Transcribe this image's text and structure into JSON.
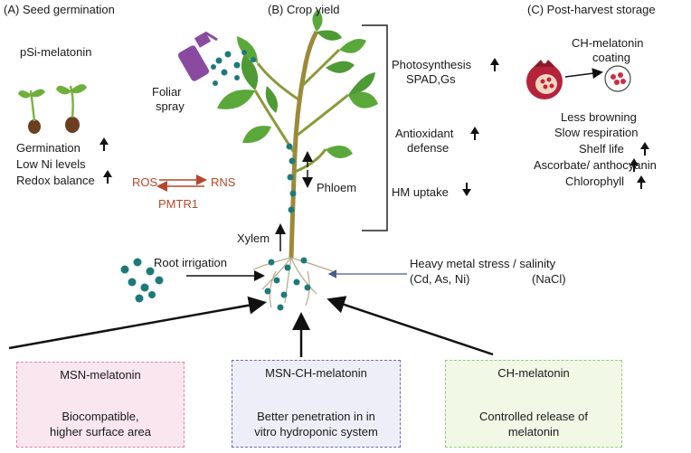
{
  "panels": {
    "a": {
      "heading": "(A)  Seed germination",
      "agent": "pSi-melatonin",
      "effects": [
        "Germination",
        "Low Ni levels",
        "Redox balance"
      ],
      "ros": "ROS",
      "rns": "RNS",
      "gene": "PMTR1"
    },
    "b": {
      "heading": "(B)  Crop yield",
      "foliar": [
        "Foliar",
        "spray"
      ],
      "phloem": "Phloem",
      "xylem": "Xylem",
      "root": "Root irrigation",
      "stress_line1": "Heavy metal stress / salinity",
      "stress_metals": "(Cd, As, Ni)",
      "stress_salt": "(NaCl)",
      "outcomes": {
        "photo1": "Photosynthesis",
        "photo2": "SPAD,Gs",
        "anti1": "Antioxidant",
        "anti2": "defense",
        "hm": "HM uptake"
      }
    },
    "c": {
      "heading": "(C)  Post-harvest storage",
      "coating1": "CH-melatonin",
      "coating2": "coating",
      "effects": [
        "Less browning",
        "Slow  respiration",
        "Shelf life",
        "Ascorbate/ anthocyanin",
        "Chlorophyll"
      ]
    }
  },
  "carriers": [
    {
      "name": "MSN-melatonin",
      "desc1": "Biocompatible,",
      "desc2": "higher surface area",
      "color": "#f9e6ee",
      "border": "#d88aa8"
    },
    {
      "name": "MSN-CH-melatonin",
      "desc1": "Better penetration in  in",
      "desc2": "vitro hydroponic system",
      "color": "#eeeef8",
      "border": "#6a6fa8"
    },
    {
      "name": "CH-melatonin",
      "desc1": "Controlled release of",
      "desc2": "melatonin",
      "color": "#f1f8e6",
      "border": "#9bc97a"
    }
  ],
  "colors": {
    "particle": "#1e7a7a",
    "leaf": "#5aa83a",
    "arrow_red": "#b4472a",
    "spray": "#8a4aa0"
  },
  "icons": {
    "up": "up-arrow-icon",
    "down": "down-arrow-icon"
  }
}
